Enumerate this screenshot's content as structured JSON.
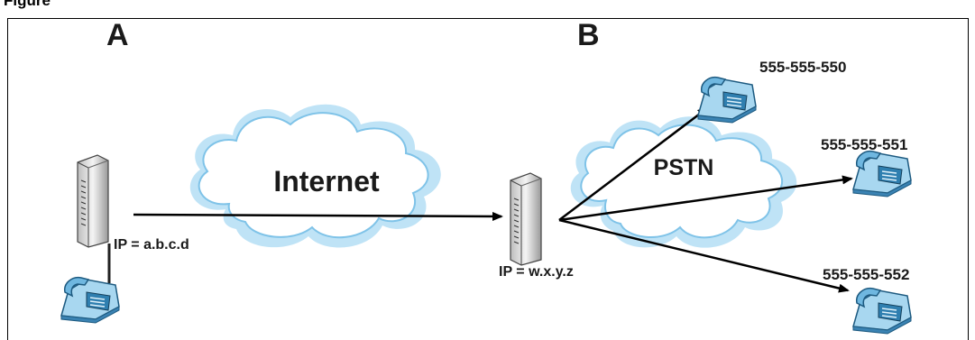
{
  "figure": {
    "caption": "Figure"
  },
  "sites": {
    "a": {
      "label": "A",
      "ip": "IP = a.b.c.d"
    },
    "b": {
      "label": "B",
      "ip": "IP = w.x.y.z"
    }
  },
  "clouds": {
    "internet": "Internet",
    "pstn": "PSTN"
  },
  "phones": [
    {
      "number": "555-555-550"
    },
    {
      "number": "555-555-551"
    },
    {
      "number": "555-555-552"
    }
  ],
  "colors": {
    "cloud_fill": "#ffffff",
    "cloud_stroke": "#7fc3e8",
    "cloud_glow": "#bfe3f6",
    "phone_body": "#9fd3ef",
    "phone_dark": "#2a6f97",
    "device_body": "#e8e8e8",
    "device_dark": "#555555"
  }
}
